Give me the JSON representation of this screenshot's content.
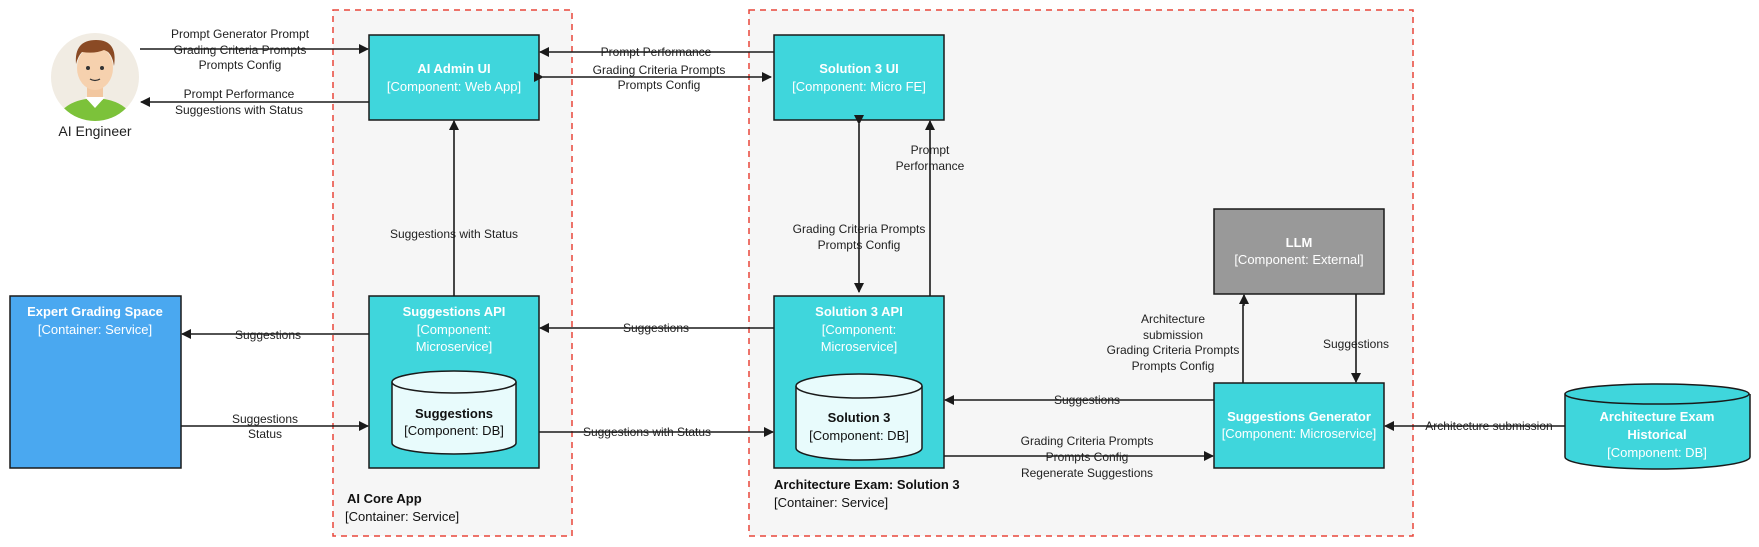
{
  "colors": {
    "component": "#3fd6dc",
    "component_border": "#1a1a1a",
    "external": "#999999",
    "container_service": "#4aa8f0",
    "db_inner": "#e8fbfc",
    "boundary_dash": "#e8463a",
    "boundary_fill": "#f6f6f6"
  },
  "actor": {
    "icon": "person-avatar-icon",
    "name": "AI Engineer"
  },
  "boundaries": {
    "core": {
      "title": "AI Core App",
      "subtitle": "[Container: Service]"
    },
    "solution": {
      "title": "Architecture Exam: Solution 3",
      "subtitle": "[Container: Service]"
    }
  },
  "nodes": {
    "ai_admin_ui": {
      "title": "AI Admin UI",
      "sub1": "[Component: Web App]"
    },
    "solution3_ui": {
      "title": "Solution 3 UI",
      "sub1": "[Component: Micro FE]"
    },
    "expert_grading": {
      "title": "Expert Grading Space",
      "sub1": "[Container: Service]"
    },
    "suggestions_api": {
      "title": "Suggestions API",
      "sub1": "[Component:",
      "sub2": "Microservice]"
    },
    "suggestions_db": {
      "title": "Suggestions",
      "sub1": "[Component: DB]"
    },
    "solution3_api": {
      "title": "Solution 3 API",
      "sub1": "[Component:",
      "sub2": "Microservice]"
    },
    "solution3_db": {
      "title": "Solution 3",
      "sub1": "[Component: DB]"
    },
    "llm": {
      "title": "LLM",
      "sub1": "[Component: External]"
    },
    "suggestions_generator": {
      "title": "Suggestions Generator",
      "sub1": "[Component: Microservice]"
    },
    "arch_exam_historical": {
      "title1": "Architecture Exam",
      "title2": "Historical",
      "sub1": "[Component: DB]"
    }
  },
  "edges": {
    "engineer_to_admin": [
      "Prompt Generator Prompt",
      "Grading Criteria Prompts",
      "Prompts Config"
    ],
    "admin_to_engineer": [
      "Prompt Performance",
      "Suggestions with Status"
    ],
    "ui3_to_admin": [
      "Prompt Performance"
    ],
    "admin_ui3_bidir": [
      "Grading Criteria Prompts",
      "Prompts Config"
    ],
    "api_to_admin": [
      "Suggestions with Status"
    ],
    "api3_to_ui3": [
      "Prompt",
      "Performance"
    ],
    "ui3_api3_bidir": [
      "Grading Criteria Prompts",
      "Prompts Config"
    ],
    "api_to_expert": [
      "Suggestions"
    ],
    "expert_to_api": [
      "Suggestions",
      "Status"
    ],
    "api3_to_api": [
      "Suggestions"
    ],
    "api_to_api3": [
      "Suggestions with Status"
    ],
    "gen_to_llm": [
      "Architecture",
      "submission",
      "Grading Criteria Prompts",
      "Prompts Config"
    ],
    "llm_to_gen": [
      "Suggestions"
    ],
    "gen_to_api3": [
      "Suggestions"
    ],
    "api3_to_gen": [
      "Grading Criteria Prompts",
      "Prompts Config",
      "Regenerate Suggestions"
    ],
    "hist_to_gen": [
      "Architecture submission"
    ]
  }
}
